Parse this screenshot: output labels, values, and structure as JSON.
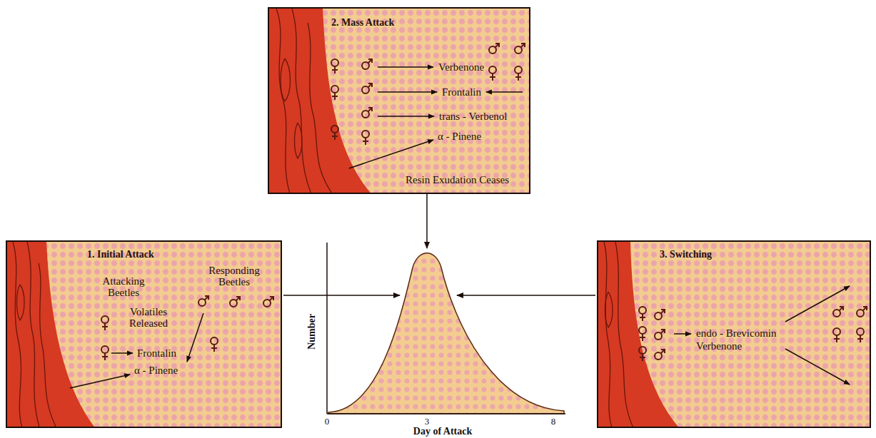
{
  "diagram": {
    "nodes": [
      {
        "text": [
          "1. Initial Attack",
          "Attacking Beetles",
          "Responding Beetles",
          "Volatiles Released",
          "Frontalin",
          "α - Pinene"
        ]
      },
      {
        "text": [
          "2. Mass Attack",
          "Verbenone",
          "Frontalin",
          "trans - Verbenol",
          "α - Pinene",
          "Resin Exudation Ceases"
        ]
      },
      {
        "text": [
          "3. Switching",
          "endo - Brevicomin",
          "Verbenone"
        ]
      }
    ],
    "labels": [
      "Number",
      "0",
      "3",
      "8",
      "Day of Attack"
    ]
  }
}
